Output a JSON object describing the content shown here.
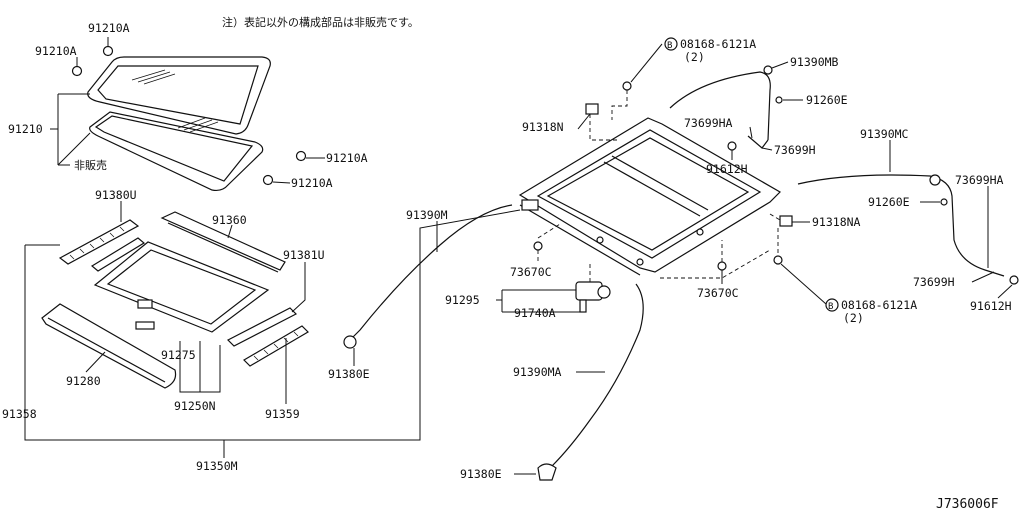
{
  "note": "注）表記以外の構成部品は非販売です。",
  "diagram_id": "J736006F",
  "labels": {
    "p91210A_top": "91210A",
    "p91210A_left": "91210A",
    "p91210": "91210",
    "hihanbai": "非販売",
    "p91210A_r1": "91210A",
    "p91210A_r2": "91210A",
    "p91380U": "91380U",
    "p91360": "91360",
    "p91381U": "91381U",
    "p91275": "91275",
    "p91280": "91280",
    "p91250N": "91250N",
    "p91359": "91359",
    "p91358": "91358",
    "p91350M": "91350M",
    "p91390M": "91390M",
    "p91380E_mid": "91380E",
    "p08168_top": "08168-6121A",
    "p08168_top_qty": "(2)",
    "p91390MB": "91390MB",
    "p91318N": "91318N",
    "p91260E_top": "91260E",
    "p73699HA_top": "73699HA",
    "p73699H_top": "73699H",
    "p91612H_top": "91612H",
    "p73670C_left": "73670C",
    "p73670C_right": "73670C",
    "p91295": "91295",
    "p91740A": "91740A",
    "p91390MA": "91390MA",
    "p91380E_bottom": "91380E",
    "p91390MC": "91390MC",
    "p73699HA_right": "73699HA",
    "p91260E_right": "91260E",
    "p91318NA": "91318NA",
    "p08168_bottom": "08168-6121A",
    "p08168_bottom_qty": "(2)",
    "p73699H_right": "73699H",
    "p91612H_right": "91612H",
    "bolt_mark": "B"
  }
}
